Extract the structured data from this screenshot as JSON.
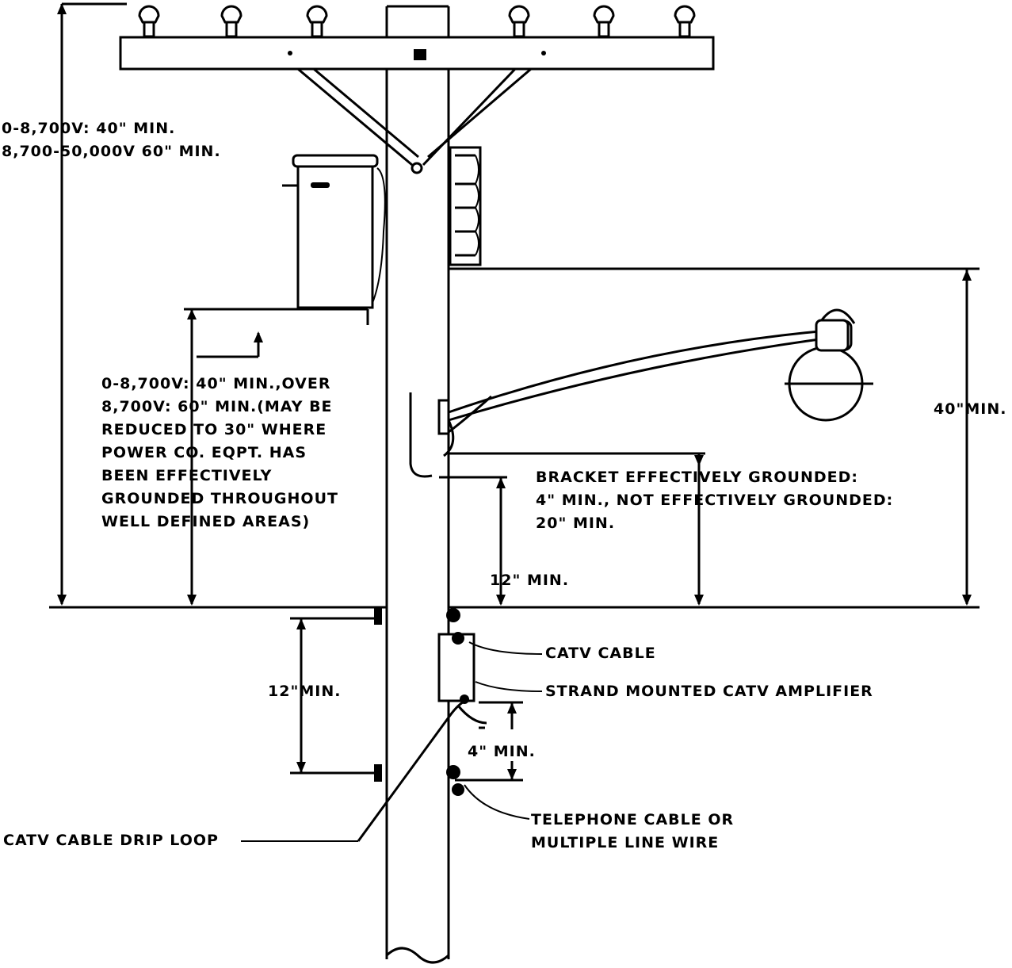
{
  "labels": {
    "top_clearance_1": "0-8,700V: 40\" MIN.",
    "top_clearance_2": "8,700-50,000V 60\" MIN.",
    "mid_clearance": [
      "0-8,700V: 40\" MIN.,OVER",
      "8,700V: 60\" MIN.(MAY BE",
      "REDUCED TO 30\" WHERE",
      "POWER CO. EQPT. HAS",
      "BEEN EFFECTIVELY",
      "GROUNDED THROUGHOUT",
      "WELL DEFINED AREAS)"
    ],
    "lamp_clearance": "40\"MIN.",
    "bracket": [
      "BRACKET EFFECTIVELY GROUNDED:",
      "4\" MIN., NOT EFFECTIVELY GROUNDED:",
      "20\" MIN."
    ],
    "twelve_min_upper": "12\" MIN.",
    "twelve_min_lower": "12\"MIN.",
    "catv_cable": "CATV CABLE",
    "amplifier": "STRAND MOUNTED CATV AMPLIFIER",
    "four_min": "4\" MIN.",
    "drip_loop": "CATV CABLE DRIP LOOP",
    "telephone": [
      "TELEPHONE CABLE OR",
      "MULTIPLE LINE WIRE"
    ]
  },
  "icons": [
    "insulator-icon",
    "transformer-icon",
    "street-lamp-icon",
    "amplifier-icon"
  ]
}
